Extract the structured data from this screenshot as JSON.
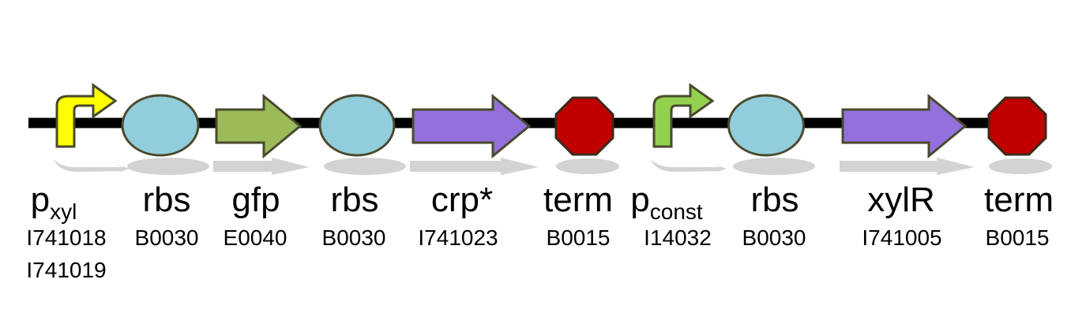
{
  "parts": [
    {
      "type": "promoter",
      "label": "p",
      "label_sub": "xyl",
      "ids": [
        "I741018",
        "I741019"
      ],
      "color": "#ffff00"
    },
    {
      "type": "rbs",
      "label": "rbs",
      "ids": [
        "B0030"
      ],
      "color": "#92cddc"
    },
    {
      "type": "cds",
      "label": "gfp",
      "ids": [
        "E0040"
      ],
      "color": "#9bbb59"
    },
    {
      "type": "rbs",
      "label": "rbs",
      "ids": [
        "B0030"
      ],
      "color": "#92cddc"
    },
    {
      "type": "cds",
      "label": "crp*",
      "ids": [
        "I741023"
      ],
      "color": "#9370db"
    },
    {
      "type": "terminator",
      "label": "term",
      "ids": [
        "B0015"
      ],
      "color": "#c00000"
    },
    {
      "type": "promoter",
      "label": "p",
      "label_sub": "const",
      "ids": [
        "I14032"
      ],
      "color": "#92d050"
    },
    {
      "type": "rbs",
      "label": "rbs",
      "ids": [
        "B0030"
      ],
      "color": "#92cddc"
    },
    {
      "type": "cds",
      "label": "xylR",
      "ids": [
        "I741005"
      ],
      "color": "#9370db"
    },
    {
      "type": "terminator",
      "label": "term",
      "ids": [
        "B0015"
      ],
      "color": "#c00000"
    }
  ],
  "colors": {
    "backbone": "#000000",
    "outline": "#4a4a2e",
    "shadow": "#d3d3d3"
  }
}
